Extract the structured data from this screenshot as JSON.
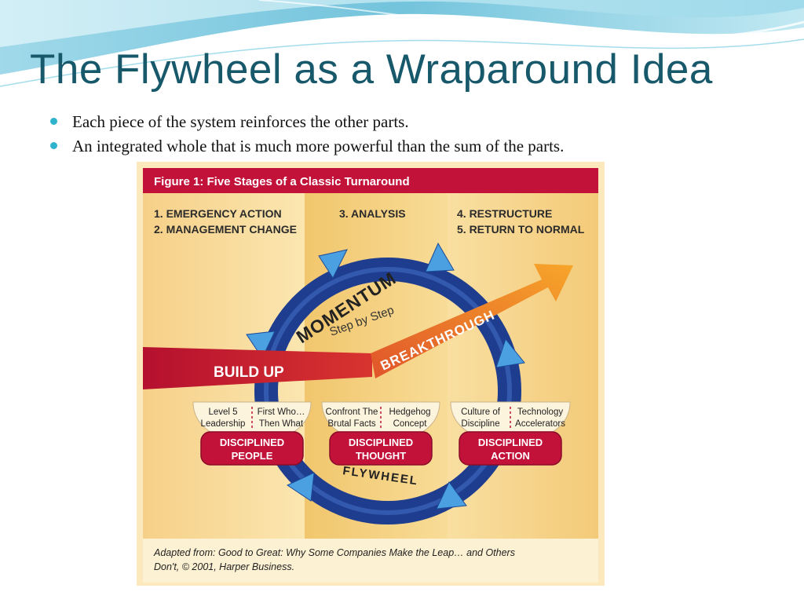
{
  "slide": {
    "title": "The Flywheel as a Wraparound Idea",
    "bullets": [
      "Each piece of the system reinforces the other parts.",
      "An integrated whole that is much more powerful than the sum of the parts."
    ]
  },
  "figure": {
    "header": "Figure 1: Five Stages of a Classic Turnaround",
    "stages": {
      "stage1": "1. EMERGENCY ACTION",
      "stage2": "2. MANAGEMENT CHANGE",
      "stage3": "3. ANALYSIS",
      "stage4": "4. RESTRUCTURE",
      "stage5": "5. RETURN TO NORMAL"
    },
    "momentum": "MOMENTUM",
    "step_by_step": "Step by Step",
    "build_up": "BUILD UP",
    "breakthrough": "BREAKTHROUGH",
    "flywheel": "FLYWHEEL",
    "groups": [
      {
        "left": [
          "Level 5",
          "Leadership"
        ],
        "right": [
          "First Who…",
          "Then What"
        ],
        "badge": [
          "DISCIPLINED",
          "PEOPLE"
        ]
      },
      {
        "left": [
          "Confront The",
          "Brutal Facts"
        ],
        "right": [
          "Hedgehog",
          "Concept"
        ],
        "badge": [
          "DISCIPLINED",
          "THOUGHT"
        ]
      },
      {
        "left": [
          "Culture of",
          "Discipline"
        ],
        "right": [
          "Technology",
          "Accelerators"
        ],
        "badge": [
          "DISCIPLINED",
          "ACTION"
        ]
      }
    ],
    "source_line1": "Adapted from: Good to Great: Why Some Companies Make the Leap… and Others",
    "source_line2": "Don't, © 2001, Harper Business."
  },
  "colors": {
    "title": "#17586b",
    "bullet": "#2fb3cc",
    "header_red": "#c2123a",
    "ring_blue": "#1f3d8f",
    "arrow_orange": "#f08a24",
    "panel_light": "#fbe3a6",
    "panel_mid": "#f6cf7c"
  }
}
